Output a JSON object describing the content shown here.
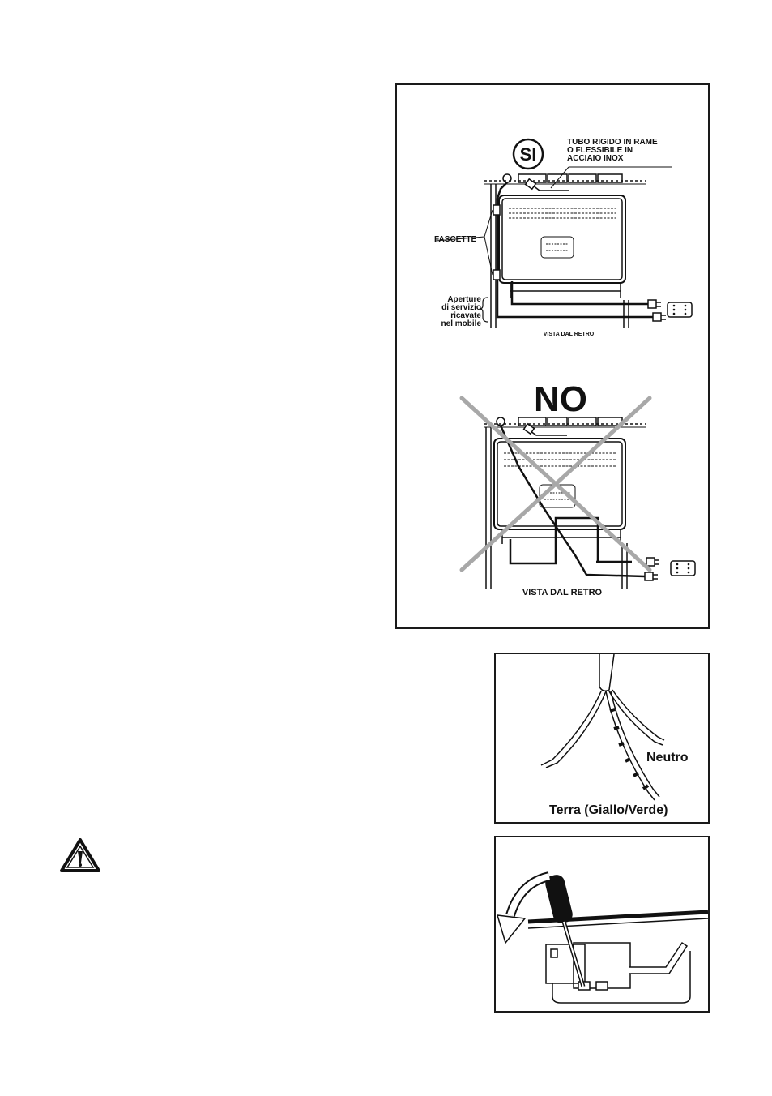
{
  "gas_diagram": {
    "si_label": "SI",
    "no_label": "NO",
    "pipe_label_lines": [
      "TUBO RIGIDO IN RAME",
      "O  FLESSIBILE IN",
      "ACCIAIO INOX"
    ],
    "clamps_label": "FASCETTE",
    "openings_label_lines": [
      "Aperture",
      "di servizio",
      "ricavate",
      "nel mobile"
    ],
    "rear_view_small": "VISTA DAL RETRO",
    "rear_view_large": "VISTA DAL RETRO"
  },
  "cable_diagram": {
    "neutral_label": "Neutro",
    "earth_label": "Terra (Giallo/Verde)"
  },
  "screw_diagram": {},
  "warning": {
    "icon": "warning-triangle-icon"
  }
}
